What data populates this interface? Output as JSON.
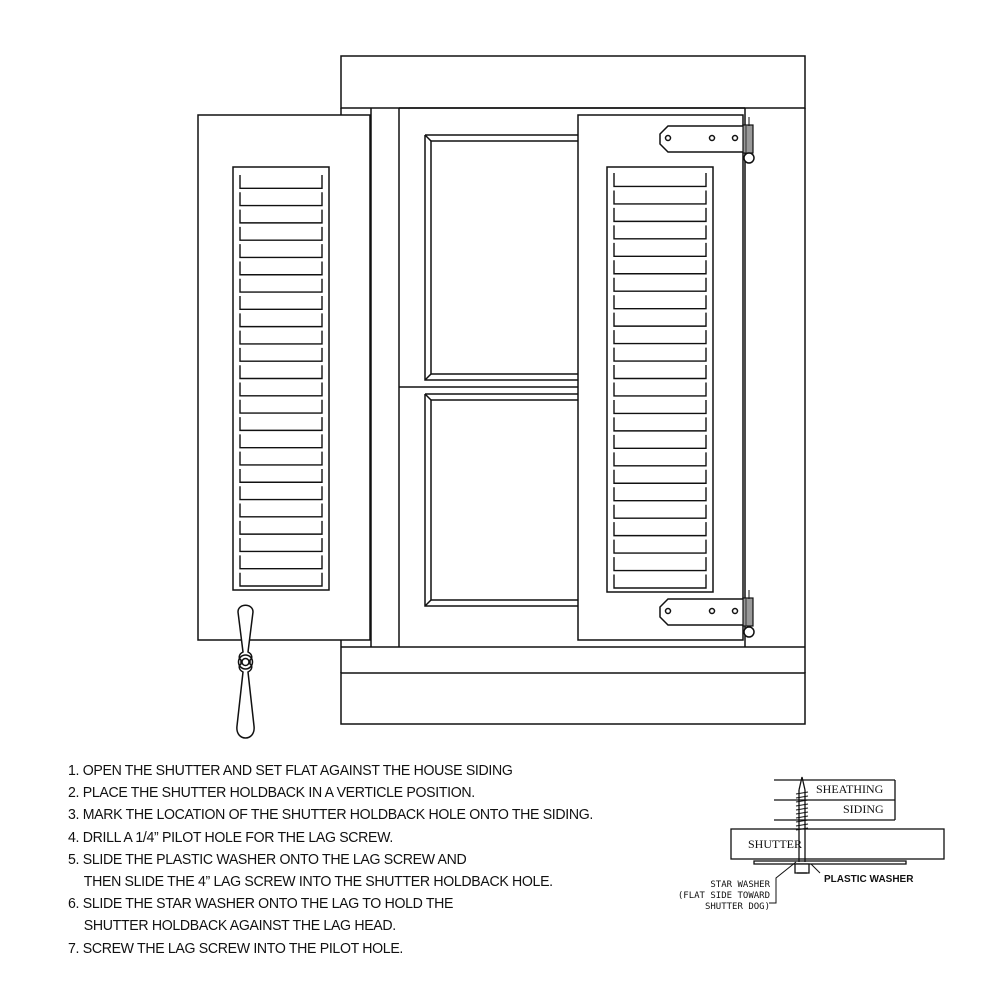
{
  "diagram": {
    "subject": "Exterior shutter installation with shutter holdback",
    "colors": {
      "ink": "#111111",
      "paper": "#ffffff",
      "hinge_shade": "#888888"
    },
    "left_shutter": {
      "louver_count": 24,
      "state": "open"
    },
    "right_shutter": {
      "louver_count": 24,
      "state": "closed",
      "hinges": 2,
      "hinge_holes": 3
    },
    "holdback": {
      "name": "shutter holdback"
    }
  },
  "instructions": [
    {
      "num": "1.",
      "text": "OPEN THE SHUTTER AND SET FLAT AGAINST THE HOUSE SIDING"
    },
    {
      "num": "2.",
      "text": "PLACE THE SHUTTER HOLDBACK IN A VERTICLE POSITION."
    },
    {
      "num": "3.",
      "text": "MARK THE LOCATION OF THE SHUTTER HOLDBACK HOLE ONTO THE SIDING."
    },
    {
      "num": "4.",
      "text": "DRILL A 1/4” PILOT HOLE FOR THE LAG SCREW."
    },
    {
      "num": "5.",
      "text": "SLIDE THE PLASTIC WASHER ONTO THE LAG SCREW AND",
      "cont": "THEN SLIDE THE 4” LAG SCREW INTO THE SHUTTER HOLDBACK HOLE."
    },
    {
      "num": "6.",
      "text": "SLIDE THE STAR WASHER ONTO THE LAG TO HOLD THE",
      "cont": "SHUTTER HOLDBACK AGAINST THE LAG HEAD."
    },
    {
      "num": "7.",
      "text": "SCREW THE LAG SCREW INTO THE PILOT HOLE."
    }
  ],
  "detail": {
    "labels": {
      "sheathing": "SHEATHING",
      "siding": "SIDING",
      "shutter": "SHUTTER",
      "plastic_washer": "PLASTIC WASHER",
      "star_washer_1": "STAR WASHER",
      "star_washer_2": "(FLAT SIDE TOWARD",
      "star_washer_3": "SHUTTER DOG)"
    }
  }
}
